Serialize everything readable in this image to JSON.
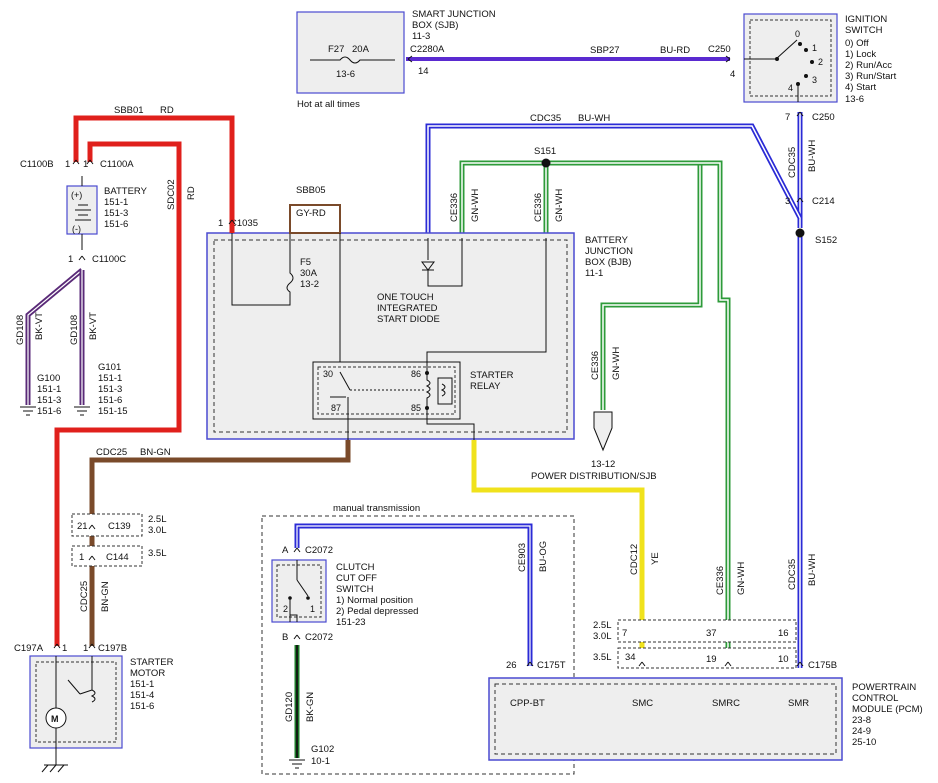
{
  "colors": {
    "red": "#e0201c",
    "blue": "#2b2bd6",
    "green": "#2e9b3a",
    "brown": "#7a4a2a",
    "purple": "#5a2a78",
    "yellow": "#f0e21c",
    "black": "#111111",
    "box_fill": "#eeeeee",
    "box_border": "#4a4ad0"
  },
  "sjb": {
    "title1": "SMART JUNCTION",
    "title2": "BOX (SJB)",
    "ref": "11-3",
    "fuse": "F27",
    "amps": "20A",
    "fuse_ref": "13-6",
    "connector": "C2280A",
    "pin": "14",
    "hot": "Hot at all times"
  },
  "ign": {
    "title1": "IGNITION",
    "title2": "SWITCH",
    "positions": [
      "0) Off",
      "1) Lock",
      "2) Run/Acc",
      "3) Run/Start",
      "4) Start"
    ],
    "ref": "13-6",
    "conn_top": "C250",
    "pin_top": "4",
    "pin_bottom": "7",
    "conn_bottom": "C250",
    "pin_labels": [
      "0",
      "1",
      "2",
      "3",
      "4"
    ]
  },
  "wires": {
    "sbp27": "SBP27",
    "sbp27_color": "BU-RD",
    "sbb01": "SBB01",
    "sbb01_color": "RD",
    "sdc02": "SDC02",
    "sdc02_color": "RD",
    "sbb05": "SBB05",
    "sbb05_color": "GY-RD",
    "cdc35": "CDC35",
    "cdc35_color": "BU-WH",
    "ce336": "CE336",
    "ce336_color": "GN-WH",
    "gd108": "GD108",
    "gd108_color": "BK-VT",
    "cdc25": "CDC25",
    "cdc25_color": "BN-GN",
    "ce903": "CE903",
    "ce903_color": "BU-OG",
    "cdc12": "CDC12",
    "cdc12_color": "YE",
    "gd120": "GD120",
    "gd120_color": "BK-GN"
  },
  "battery": {
    "title": "BATTERY",
    "refs": [
      "151-1",
      "151-3",
      "151-6"
    ],
    "c1100b": "C1100B",
    "c1100a": "C1100A",
    "c1100c": "C1100C",
    "pin_b": "1",
    "pin_a": "1",
    "pin_c": "1",
    "plus": "(+)",
    "minus": "(-)"
  },
  "grounds": {
    "g100": "G100",
    "g100_refs": [
      "151-1",
      "151-3",
      "151-6"
    ],
    "g101": "G101",
    "g101_refs": [
      "151-1",
      "151-3",
      "151-6",
      "151-15"
    ]
  },
  "bjb": {
    "title": [
      "BATTERY",
      "JUNCTION",
      "BOX (BJB)",
      "11-1"
    ],
    "c1035": "C1035",
    "pin_1035": "1",
    "fuse": "F5",
    "amps": "30A",
    "fuse_ref": "13-2",
    "diode": [
      "ONE TOUCH",
      "INTEGRATED",
      "START DIODE"
    ],
    "relay": [
      "STARTER",
      "RELAY"
    ],
    "relay_pins": [
      "30",
      "86",
      "87",
      "85"
    ]
  },
  "splices": {
    "s151": "S151",
    "s152": "S152",
    "c214": "C214",
    "pin_214": "3"
  },
  "pd": {
    "ref": "13-12",
    "label": "POWER DISTRIBUTION/SJB"
  },
  "starter": {
    "title": "STARTER",
    "title2": "MOTOR",
    "refs": [
      "151-1",
      "151-4",
      "151-6"
    ],
    "c197a": "C197A",
    "c197b": "C197B",
    "pin_a": "1",
    "pin_b": "1"
  },
  "c139": {
    "name": "C139",
    "pin": "21",
    "v1": "2.5L",
    "v2": "3.0L"
  },
  "c144": {
    "name": "C144",
    "pin": "1",
    "v": "3.5L"
  },
  "manual": {
    "label": "manual transmission"
  },
  "clutch": {
    "title": [
      "CLUTCH",
      "CUT OFF",
      "SWITCH"
    ],
    "positions": [
      "1) Normal position",
      "2) Pedal depressed"
    ],
    "ref": "151-23",
    "conn_a": "C2072",
    "conn_b": "C2072",
    "pin_a": "A",
    "pin_b": "B",
    "sw_pin2": "2",
    "sw_pin1": "1"
  },
  "g102": {
    "name": "G102",
    "ref": "10-1"
  },
  "pcm": {
    "title": [
      "POWERTRAIN",
      "CONTROL",
      "MODULE (PCM)"
    ],
    "refs": [
      "23-8",
      "24-9",
      "25-10"
    ],
    "c175t": "C175T",
    "pin_26": "26",
    "c175b": "C175B",
    "pins": [
      "CPP-BT",
      "SMC",
      "SMRC",
      "SMR"
    ],
    "v25": "2.5L",
    "v30": "3.0L",
    "v35": "3.5L",
    "p_7": "7",
    "p_37": "37",
    "p_16": "16",
    "p_34": "34",
    "p_19": "19",
    "p_10": "10"
  }
}
